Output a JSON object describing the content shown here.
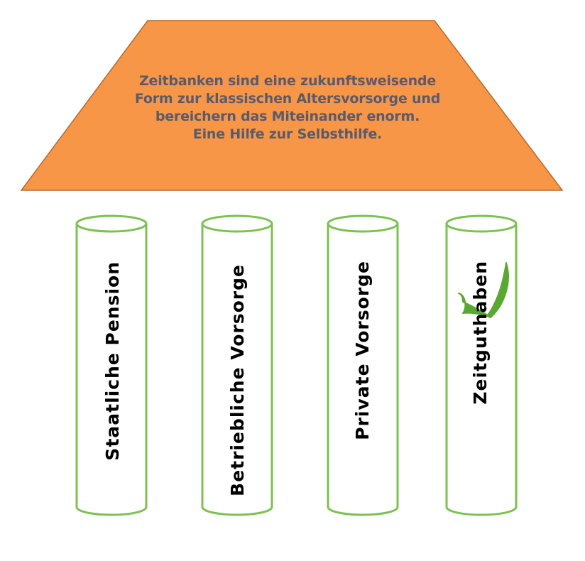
{
  "roof": {
    "lines": [
      "Zeitbanken sind eine zukunftsweisende",
      "Form zur klassischen Altersvorsorge und",
      "bereichern das Miteinander enorm.",
      "Eine Hilfe zur Selbsthilfe."
    ]
  },
  "pillars": [
    {
      "label": "Staatliche Pension"
    },
    {
      "label": "Betriebliche Vorsorge"
    },
    {
      "label": "Private Vorsorge"
    },
    {
      "label": "Zeitguthaben"
    }
  ],
  "colors": {
    "roof_fill": "#f79646",
    "roof_stroke": "#b8692e",
    "roof_text": "#5a5a6e",
    "pillar_stroke": "#7cc152",
    "checkmark": "#5aa832",
    "pillar_text": "#000000"
  },
  "icons": {
    "checkmark": "checkmark-icon"
  }
}
